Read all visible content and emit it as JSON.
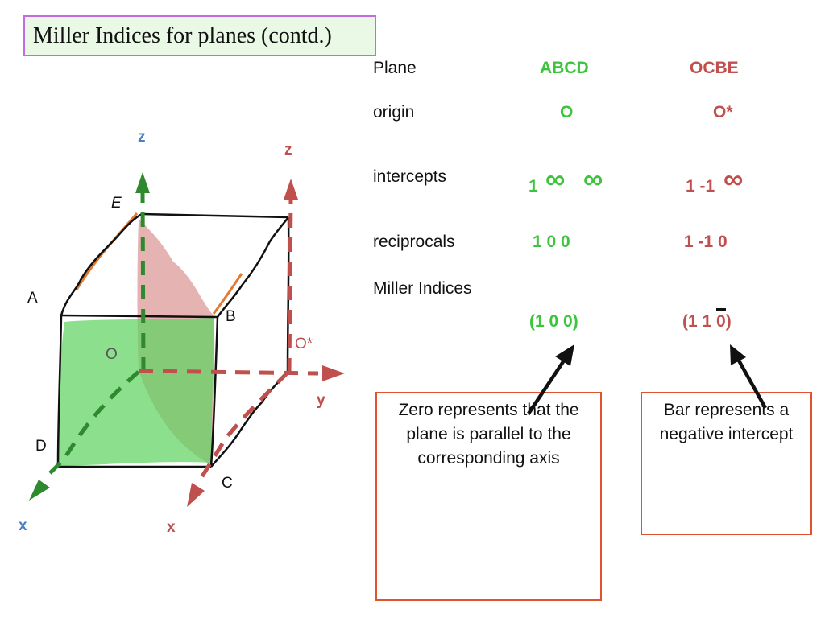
{
  "title": "Miller Indices for planes (contd.)",
  "table": {
    "row_labels": {
      "plane": "Plane",
      "origin": "origin",
      "intercepts": "intercepts",
      "reciprocals": "reciprocals",
      "miller": "Miller Indices"
    },
    "abcd": {
      "plane": "ABCD",
      "origin": "O",
      "intercept_1": "1",
      "intercept_2": "∞",
      "intercept_3": "∞",
      "reciprocals": "1 0 0",
      "miller": "(1 0 0)"
    },
    "ocbe": {
      "plane": "OCBE",
      "origin": "O*",
      "intercept_12": "1 -1",
      "intercept_3": "∞",
      "reciprocals": "1 -1 0",
      "miller_prefix": "(1 1 ",
      "miller_bar_digit": "0",
      "miller_suffix": ")"
    }
  },
  "notes": {
    "zero": "Zero represents that the plane is parallel to the corresponding axis",
    "bar": "Bar represents a negative intercept"
  },
  "diagram": {
    "points": {
      "A": "A",
      "B": "B",
      "C": "C",
      "D": "D",
      "E": "E",
      "O": "O",
      "O_star": "O*"
    },
    "green_axes": {
      "z": "z",
      "x": "x"
    },
    "red_axes": {
      "z": "z",
      "y": "y",
      "x": "x"
    }
  },
  "colors": {
    "green": "#3cc43c",
    "red": "#c0504d",
    "title_border": "#c46be0",
    "note_border": "#e0532f",
    "plane_green": "#5fd35f",
    "plane_red": "#d98a8a"
  }
}
